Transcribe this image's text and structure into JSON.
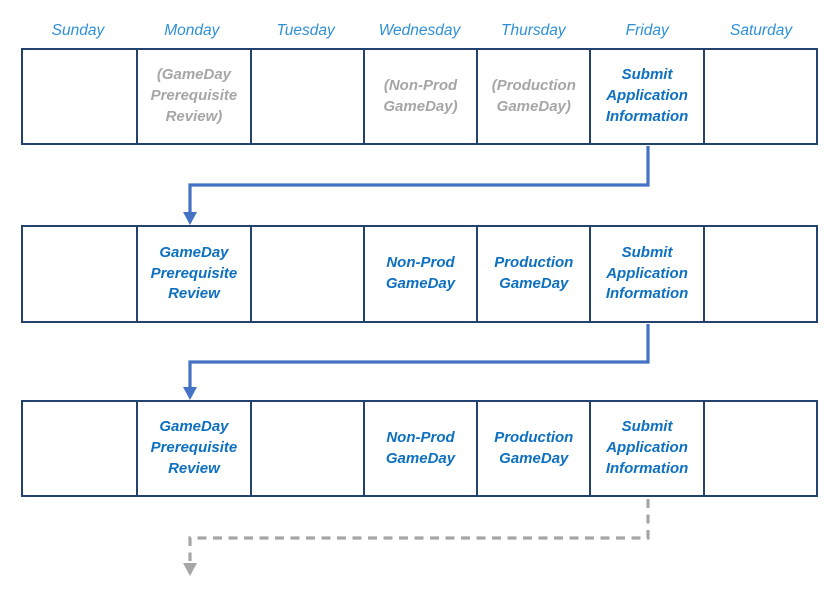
{
  "diagram": {
    "type": "weekly-schedule-flow",
    "day_headers": [
      "Sunday",
      "Monday",
      "Tuesday",
      "Wednesday",
      "Thursday",
      "Friday",
      "Saturday"
    ],
    "weeks": [
      {
        "label": "week-1",
        "cells": [
          {
            "day": "Sunday",
            "text": "",
            "emphasis": "none"
          },
          {
            "day": "Monday",
            "text": "(GameDay Prerequisite Review)",
            "emphasis": "muted"
          },
          {
            "day": "Tuesday",
            "text": "",
            "emphasis": "none"
          },
          {
            "day": "Wednesday",
            "text": "(Non-Prod GameDay)",
            "emphasis": "muted"
          },
          {
            "day": "Thursday",
            "text": "(Production GameDay)",
            "emphasis": "muted"
          },
          {
            "day": "Friday",
            "text": "Submit Application Information",
            "emphasis": "primary"
          },
          {
            "day": "Saturday",
            "text": "",
            "emphasis": "none"
          }
        ]
      },
      {
        "label": "week-2",
        "cells": [
          {
            "day": "Sunday",
            "text": "",
            "emphasis": "none"
          },
          {
            "day": "Monday",
            "text": "GameDay Prerequisite Review",
            "emphasis": "primary"
          },
          {
            "day": "Tuesday",
            "text": "",
            "emphasis": "none"
          },
          {
            "day": "Wednesday",
            "text": "Non-Prod GameDay",
            "emphasis": "primary"
          },
          {
            "day": "Thursday",
            "text": "Production GameDay",
            "emphasis": "primary"
          },
          {
            "day": "Friday",
            "text": "Submit Application Information",
            "emphasis": "primary"
          },
          {
            "day": "Saturday",
            "text": "",
            "emphasis": "none"
          }
        ]
      },
      {
        "label": "week-3",
        "cells": [
          {
            "day": "Sunday",
            "text": "",
            "emphasis": "none"
          },
          {
            "day": "Monday",
            "text": "GameDay Prerequisite Review",
            "emphasis": "primary"
          },
          {
            "day": "Tuesday",
            "text": "",
            "emphasis": "none"
          },
          {
            "day": "Wednesday",
            "text": "Non-Prod GameDay",
            "emphasis": "primary"
          },
          {
            "day": "Thursday",
            "text": "Production GameDay",
            "emphasis": "primary"
          },
          {
            "day": "Friday",
            "text": "Submit Application Information",
            "emphasis": "primary"
          },
          {
            "day": "Saturday",
            "text": "",
            "emphasis": "none"
          }
        ]
      }
    ],
    "arrows": [
      {
        "name": "arrow-week1-friday-to-week2-monday",
        "style": "solid",
        "color": "#4472C4"
      },
      {
        "name": "arrow-week2-friday-to-week3-monday",
        "style": "solid",
        "color": "#4472C4"
      },
      {
        "name": "arrow-week3-friday-continue",
        "style": "dashed",
        "color": "#A6A6A6"
      }
    ],
    "colors": {
      "day_header_text": "#2E90D6",
      "cell_text_primary": "#0D70C0",
      "cell_text_muted": "#A6A6A6",
      "grid_border": "#24426E",
      "arrow_solid": "#4472C4",
      "arrow_dashed": "#A6A6A6",
      "background": "#FFFFFF"
    }
  }
}
